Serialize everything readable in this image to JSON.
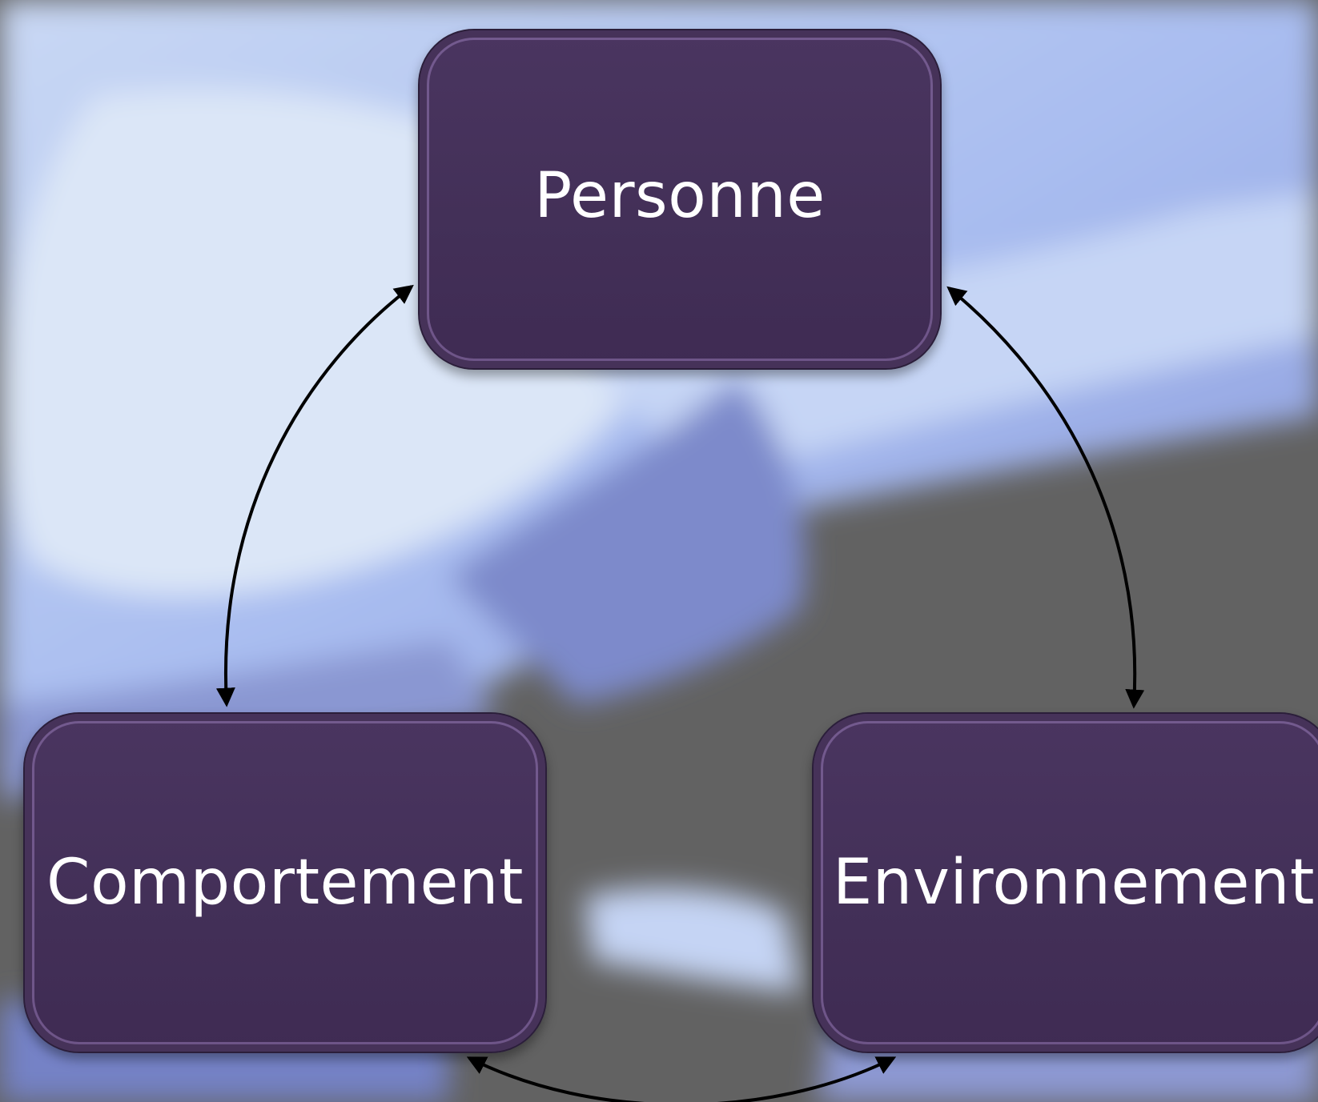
{
  "diagram": {
    "nodes": [
      {
        "id": "personne",
        "label": "Personne"
      },
      {
        "id": "comportement",
        "label": "Comportement"
      },
      {
        "id": "environnement",
        "label": "Environnement"
      }
    ],
    "edges": [
      {
        "from": "personne",
        "to": "comportement",
        "direction": "bidirectional"
      },
      {
        "from": "personne",
        "to": "environnement",
        "direction": "bidirectional"
      },
      {
        "from": "comportement",
        "to": "environnement",
        "direction": "bidirectional"
      }
    ]
  },
  "colors": {
    "node_fill": "#433058",
    "node_text": "#ffffff",
    "arrow": "#000000",
    "background_light": "#b9c9f2",
    "background_dark": "#5e5e5e"
  }
}
